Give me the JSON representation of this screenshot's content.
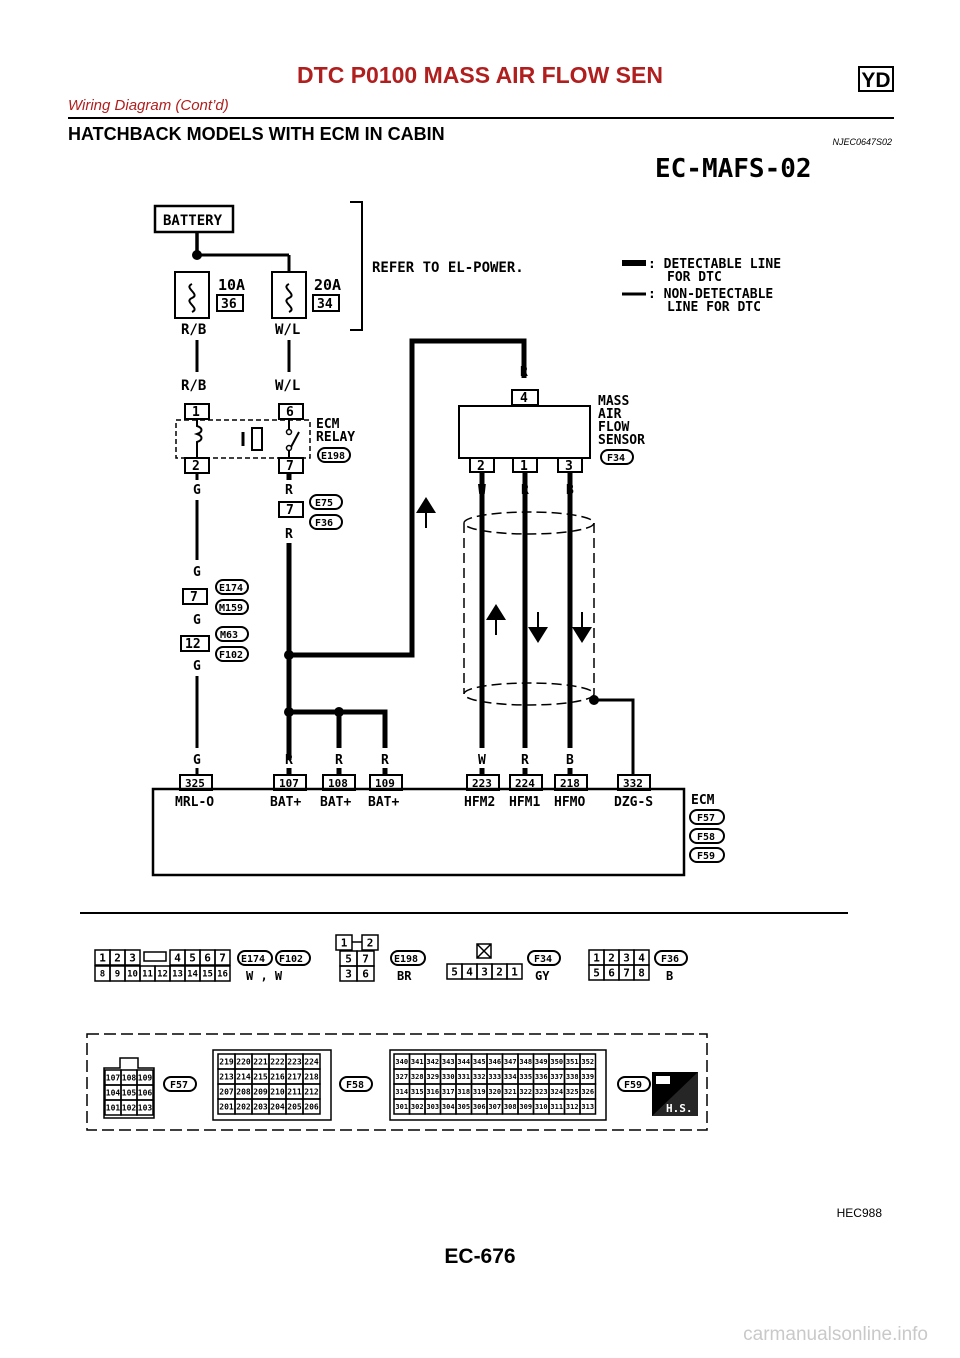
{
  "header": {
    "title": "DTC P0100 MASS AIR FLOW SEN",
    "engine_badge": "YD",
    "subtitle": "Wiring Diagram (Cont’d)"
  },
  "section": {
    "title": "HATCHBACK MODELS WITH ECM IN CABIN",
    "code": "NJEC0647S02"
  },
  "diagram": {
    "id": "EC-MAFS-02",
    "battery": "BATTERY",
    "fuse1": {
      "rating": "10A",
      "number": "36"
    },
    "fuse2": {
      "rating": "20A",
      "number": "34"
    },
    "refer_note": "REFER TO EL-POWER.",
    "legend": {
      "detectable_1": ": DETECTABLE LINE",
      "detectable_2": "FOR DTC",
      "nondetectable_1": ": NON-DETECTABLE",
      "nondetectable_2": "LINE FOR DTC"
    },
    "relay": {
      "line1": "ECM",
      "line2": "RELAY",
      "connector": "E198",
      "pin1": "1",
      "pin2": "2",
      "pin6": "6",
      "pin7": "7"
    },
    "sensor": {
      "line1": "MASS",
      "line2": "AIR",
      "line3": "FLOW",
      "line4": "SENSOR",
      "connector": "F34",
      "pin_r": "4",
      "pin_w": "2",
      "pin_r2": "1",
      "pin_b": "3"
    },
    "wires": {
      "rb": "R/B",
      "wl": "W/L",
      "g": "G",
      "r": "R",
      "w": "W",
      "b": "B"
    },
    "inline1": {
      "pin": "7",
      "conn_a": "E75",
      "conn_b": "F36"
    },
    "inline2": {
      "pin": "7",
      "conn_a": "E174",
      "conn_b": "M159"
    },
    "inline3": {
      "pin": "12",
      "conn_a": "M63",
      "conn_b": "F102"
    },
    "ecm": {
      "label": "ECM",
      "connectors": [
        "F57",
        "F58",
        "F59"
      ],
      "terminals": [
        {
          "pin": "325",
          "name": "MRL-O"
        },
        {
          "pin": "107",
          "name": "BAT+"
        },
        {
          "pin": "108",
          "name": "BAT+"
        },
        {
          "pin": "109",
          "name": "BAT+"
        },
        {
          "pin": "223",
          "name": "HFM2"
        },
        {
          "pin": "224",
          "name": "HFM1"
        },
        {
          "pin": "218",
          "name": "HFMO"
        },
        {
          "pin": "332",
          "name": "DZG-S"
        }
      ]
    }
  },
  "connector_views": {
    "e174_row1": [
      "1",
      "2",
      "3",
      "4",
      "5",
      "6",
      "7"
    ],
    "e174_row2": [
      "8",
      "9",
      "10",
      "11",
      "12",
      "13",
      "14",
      "15",
      "16"
    ],
    "e174_label_a": "E174",
    "e174_label_b": "F102",
    "e174_color": "W , W",
    "e198_top": [
      "1",
      "2"
    ],
    "e198_mid": [
      "5",
      "7"
    ],
    "e198_bot": [
      "3",
      "6"
    ],
    "e198_label": "E198",
    "e198_color": "BR",
    "f34_pins": [
      "5",
      "4",
      "3",
      "2",
      "1"
    ],
    "f34_label": "F34",
    "f34_color": "GY",
    "f36_row1": [
      "1",
      "2",
      "3",
      "4"
    ],
    "f36_row2": [
      "5",
      "6",
      "7",
      "8"
    ],
    "f36_label": "F36",
    "f36_color": "B",
    "f57_rows": [
      [
        "107",
        "108",
        "109"
      ],
      [
        "104",
        "105",
        "106"
      ],
      [
        "101",
        "102",
        "103"
      ]
    ],
    "f57_label": "F57",
    "f58_rows": [
      [
        "219",
        "220",
        "221",
        "222",
        "223",
        "224"
      ],
      [
        "213",
        "214",
        "215",
        "216",
        "217",
        "218"
      ],
      [
        "207",
        "208",
        "209",
        "210",
        "211",
        "212"
      ],
      [
        "201",
        "202",
        "203",
        "204",
        "205",
        "206"
      ]
    ],
    "f58_label": "F58",
    "f59_rows": [
      [
        "340",
        "341",
        "342",
        "343",
        "344",
        "345",
        "346",
        "347",
        "348",
        "349",
        "350",
        "351",
        "352"
      ],
      [
        "327",
        "328",
        "329",
        "330",
        "331",
        "332",
        "333",
        "334",
        "335",
        "336",
        "337",
        "338",
        "339"
      ],
      [
        "314",
        "315",
        "316",
        "317",
        "318",
        "319",
        "320",
        "321",
        "322",
        "323",
        "324",
        "325",
        "326"
      ],
      [
        "301",
        "302",
        "303",
        "304",
        "305",
        "306",
        "307",
        "308",
        "309",
        "310",
        "311",
        "312",
        "313"
      ]
    ],
    "f59_label": "F59",
    "hs_label": "H.S."
  },
  "figure_id": "HEC988",
  "page_number": "EC-676",
  "watermark": "carmanualsonline.info"
}
